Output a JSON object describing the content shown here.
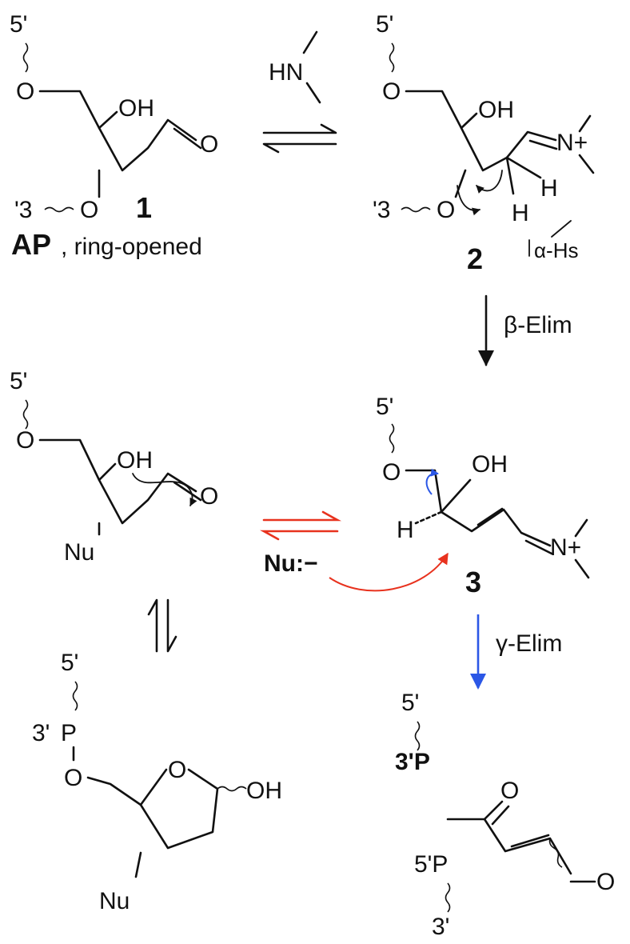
{
  "colors": {
    "ink": "#111111",
    "red": "#e8321e",
    "blue": "#2b57e6"
  },
  "labels": {
    "five_prime": "5'",
    "three_prime_rev": "'3",
    "three_prime": "3'",
    "O": "O",
    "OH": "OH",
    "H": "H",
    "HN": "HN",
    "N_plus": "N+",
    "Nu": "Nu",
    "nu_anion": "Nu:−",
    "P3": "3'P",
    "P5": "5'P",
    "P": "P",
    "alpha_hs": "α-Hs"
  },
  "compounds": {
    "c1": {
      "number": "1",
      "name": "AP",
      "name_suffix": ", ring-opened"
    },
    "c2": {
      "number": "2"
    },
    "c3": {
      "number": "3"
    }
  },
  "steps": {
    "beta": "β-Elim",
    "gamma": "γ-Elim"
  }
}
